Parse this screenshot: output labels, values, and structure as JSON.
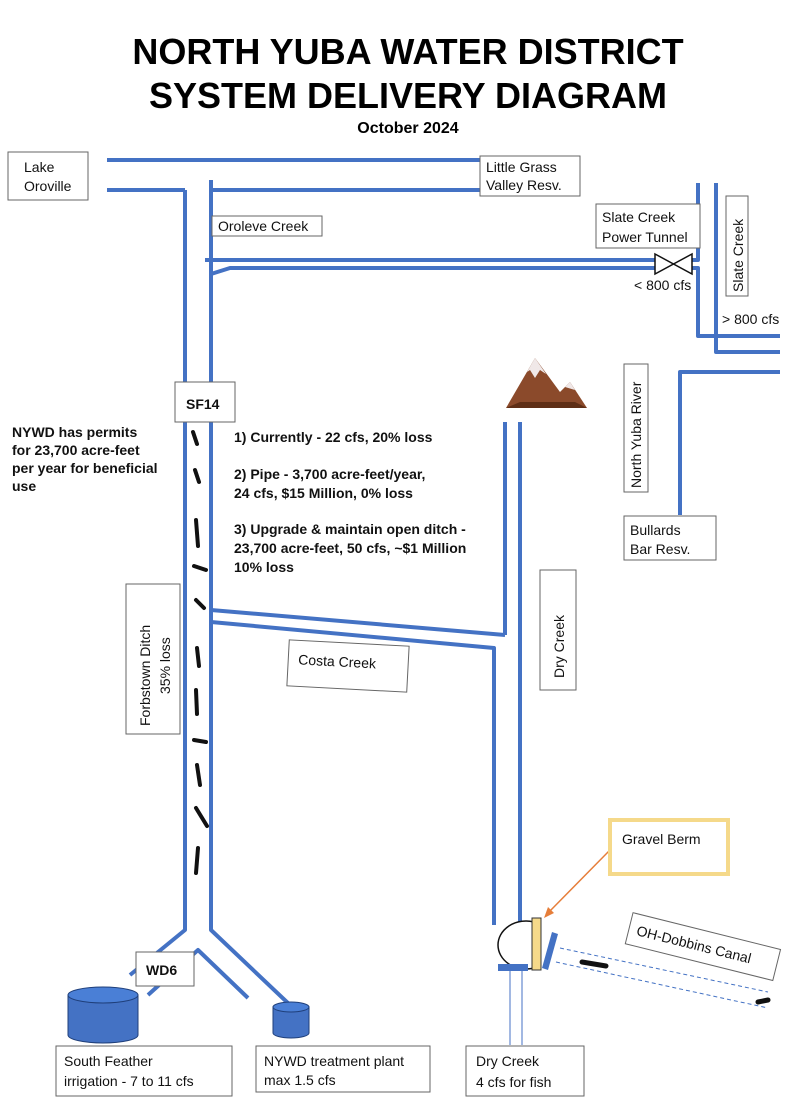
{
  "title": {
    "line1": "NORTH YUBA WATER DISTRICT",
    "line2": "SYSTEM DELIVERY DIAGRAM",
    "date": "October 2024"
  },
  "colors": {
    "pipe": "#4472c4",
    "berm": "#f5d98a",
    "arrow": "#e67e3a",
    "tank": "#4472c4",
    "mountain": "#8b4a2b"
  },
  "labels": {
    "lake_oroville": [
      "Lake",
      "Oroville"
    ],
    "little_grass_valley": [
      "Little Grass",
      "Valley Resv."
    ],
    "oroleve_creek": "Oroleve Creek",
    "slate_creek_tunnel": [
      "Slate Creek",
      "Power Tunnel"
    ],
    "slate_creek": "Slate Creek",
    "tunnel_flow": "< 800 cfs",
    "slate_flow": "> 800 cfs",
    "north_yuba_river": "North Yuba River",
    "bullards_bar": [
      "Bullards",
      "Bar Resv."
    ],
    "sf14": "SF14",
    "wd6": "WD6",
    "dry_creek_vertical": "Dry Creek",
    "costa_creek": "Costa Creek",
    "forbstown_ditch": [
      "Forbstown Ditch",
      "35% loss"
    ],
    "gravel_berm": "Gravel Berm",
    "oh_dobbins": "OH-Dobbins Canal",
    "south_feather": [
      "South Feather",
      "irrigation - 7 to 11 cfs"
    ],
    "nywd_plant": [
      "NYWD treatment plant",
      "max 1.5 cfs"
    ],
    "dry_creek_bottom": [
      "Dry Creek",
      "4 cfs for fish"
    ]
  },
  "permits": [
    "NYWD has permits",
    "for 23,700 acre-feet",
    "per year for beneficial",
    "use"
  ],
  "options": [
    [
      "1) Currently - 22 cfs, 20% loss"
    ],
    [
      "2) Pipe - 3,700 acre-feet/year,",
      "24 cfs, $15 Million, 0% loss"
    ],
    [
      "3) Upgrade & maintain open ditch -",
      "23,700 acre-feet, 50 cfs, ~$1 Million",
      "10% loss"
    ]
  ]
}
